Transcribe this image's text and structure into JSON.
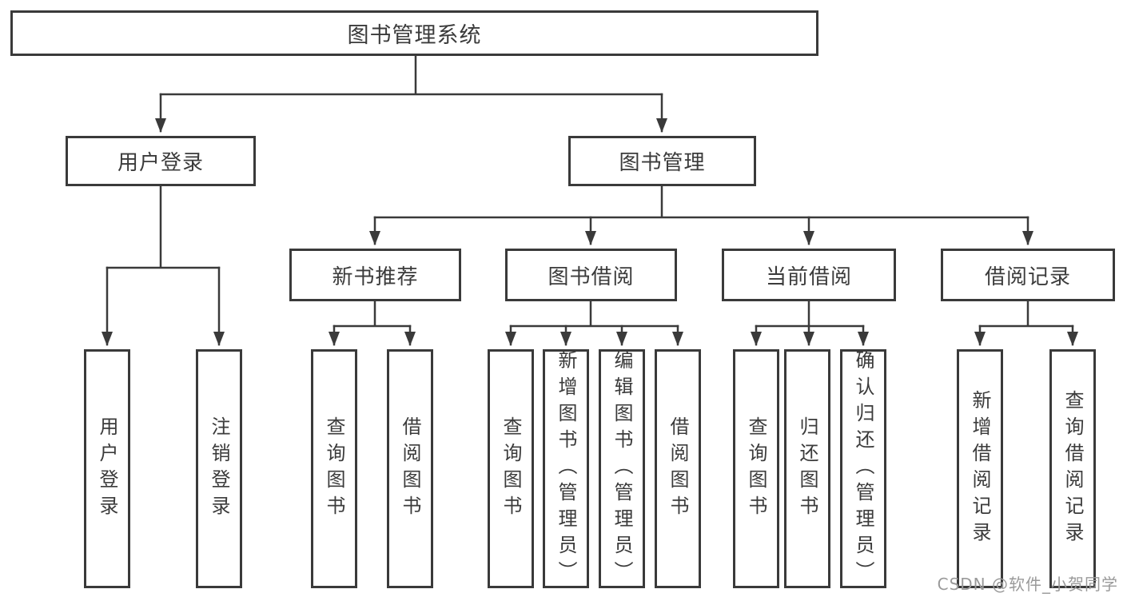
{
  "diagram_type": "hierarchy-tree",
  "tree": {
    "label": "图书管理系统",
    "children": [
      {
        "label": "用户登录",
        "children": [
          {
            "label": "用户登录"
          },
          {
            "label": "注销登录"
          }
        ]
      },
      {
        "label": "图书管理",
        "children": [
          {
            "label": "新书推荐",
            "children": [
              {
                "label": "查询图书"
              },
              {
                "label": "借阅图书"
              }
            ]
          },
          {
            "label": "图书借阅",
            "children": [
              {
                "label": "查询图书"
              },
              {
                "label": "新增图书（管理员）"
              },
              {
                "label": "编辑图书（管理员）"
              },
              {
                "label": "借阅图书"
              }
            ]
          },
          {
            "label": "当前借阅",
            "children": [
              {
                "label": "查询图书"
              },
              {
                "label": "归还图书"
              },
              {
                "label": "确认归还（管理员）"
              }
            ]
          },
          {
            "label": "借阅记录",
            "children": [
              {
                "label": "新增借阅记录"
              },
              {
                "label": "查询借阅记录"
              }
            ]
          }
        ]
      }
    ]
  },
  "watermark": {
    "text": "CSDN @软件_小贺同学"
  },
  "colors": {
    "line": "#3a3a3a",
    "box_border": "#3a3a3a",
    "text": "#3b3b3b",
    "background": "#ffffff",
    "watermark": "#9a9a9a"
  }
}
